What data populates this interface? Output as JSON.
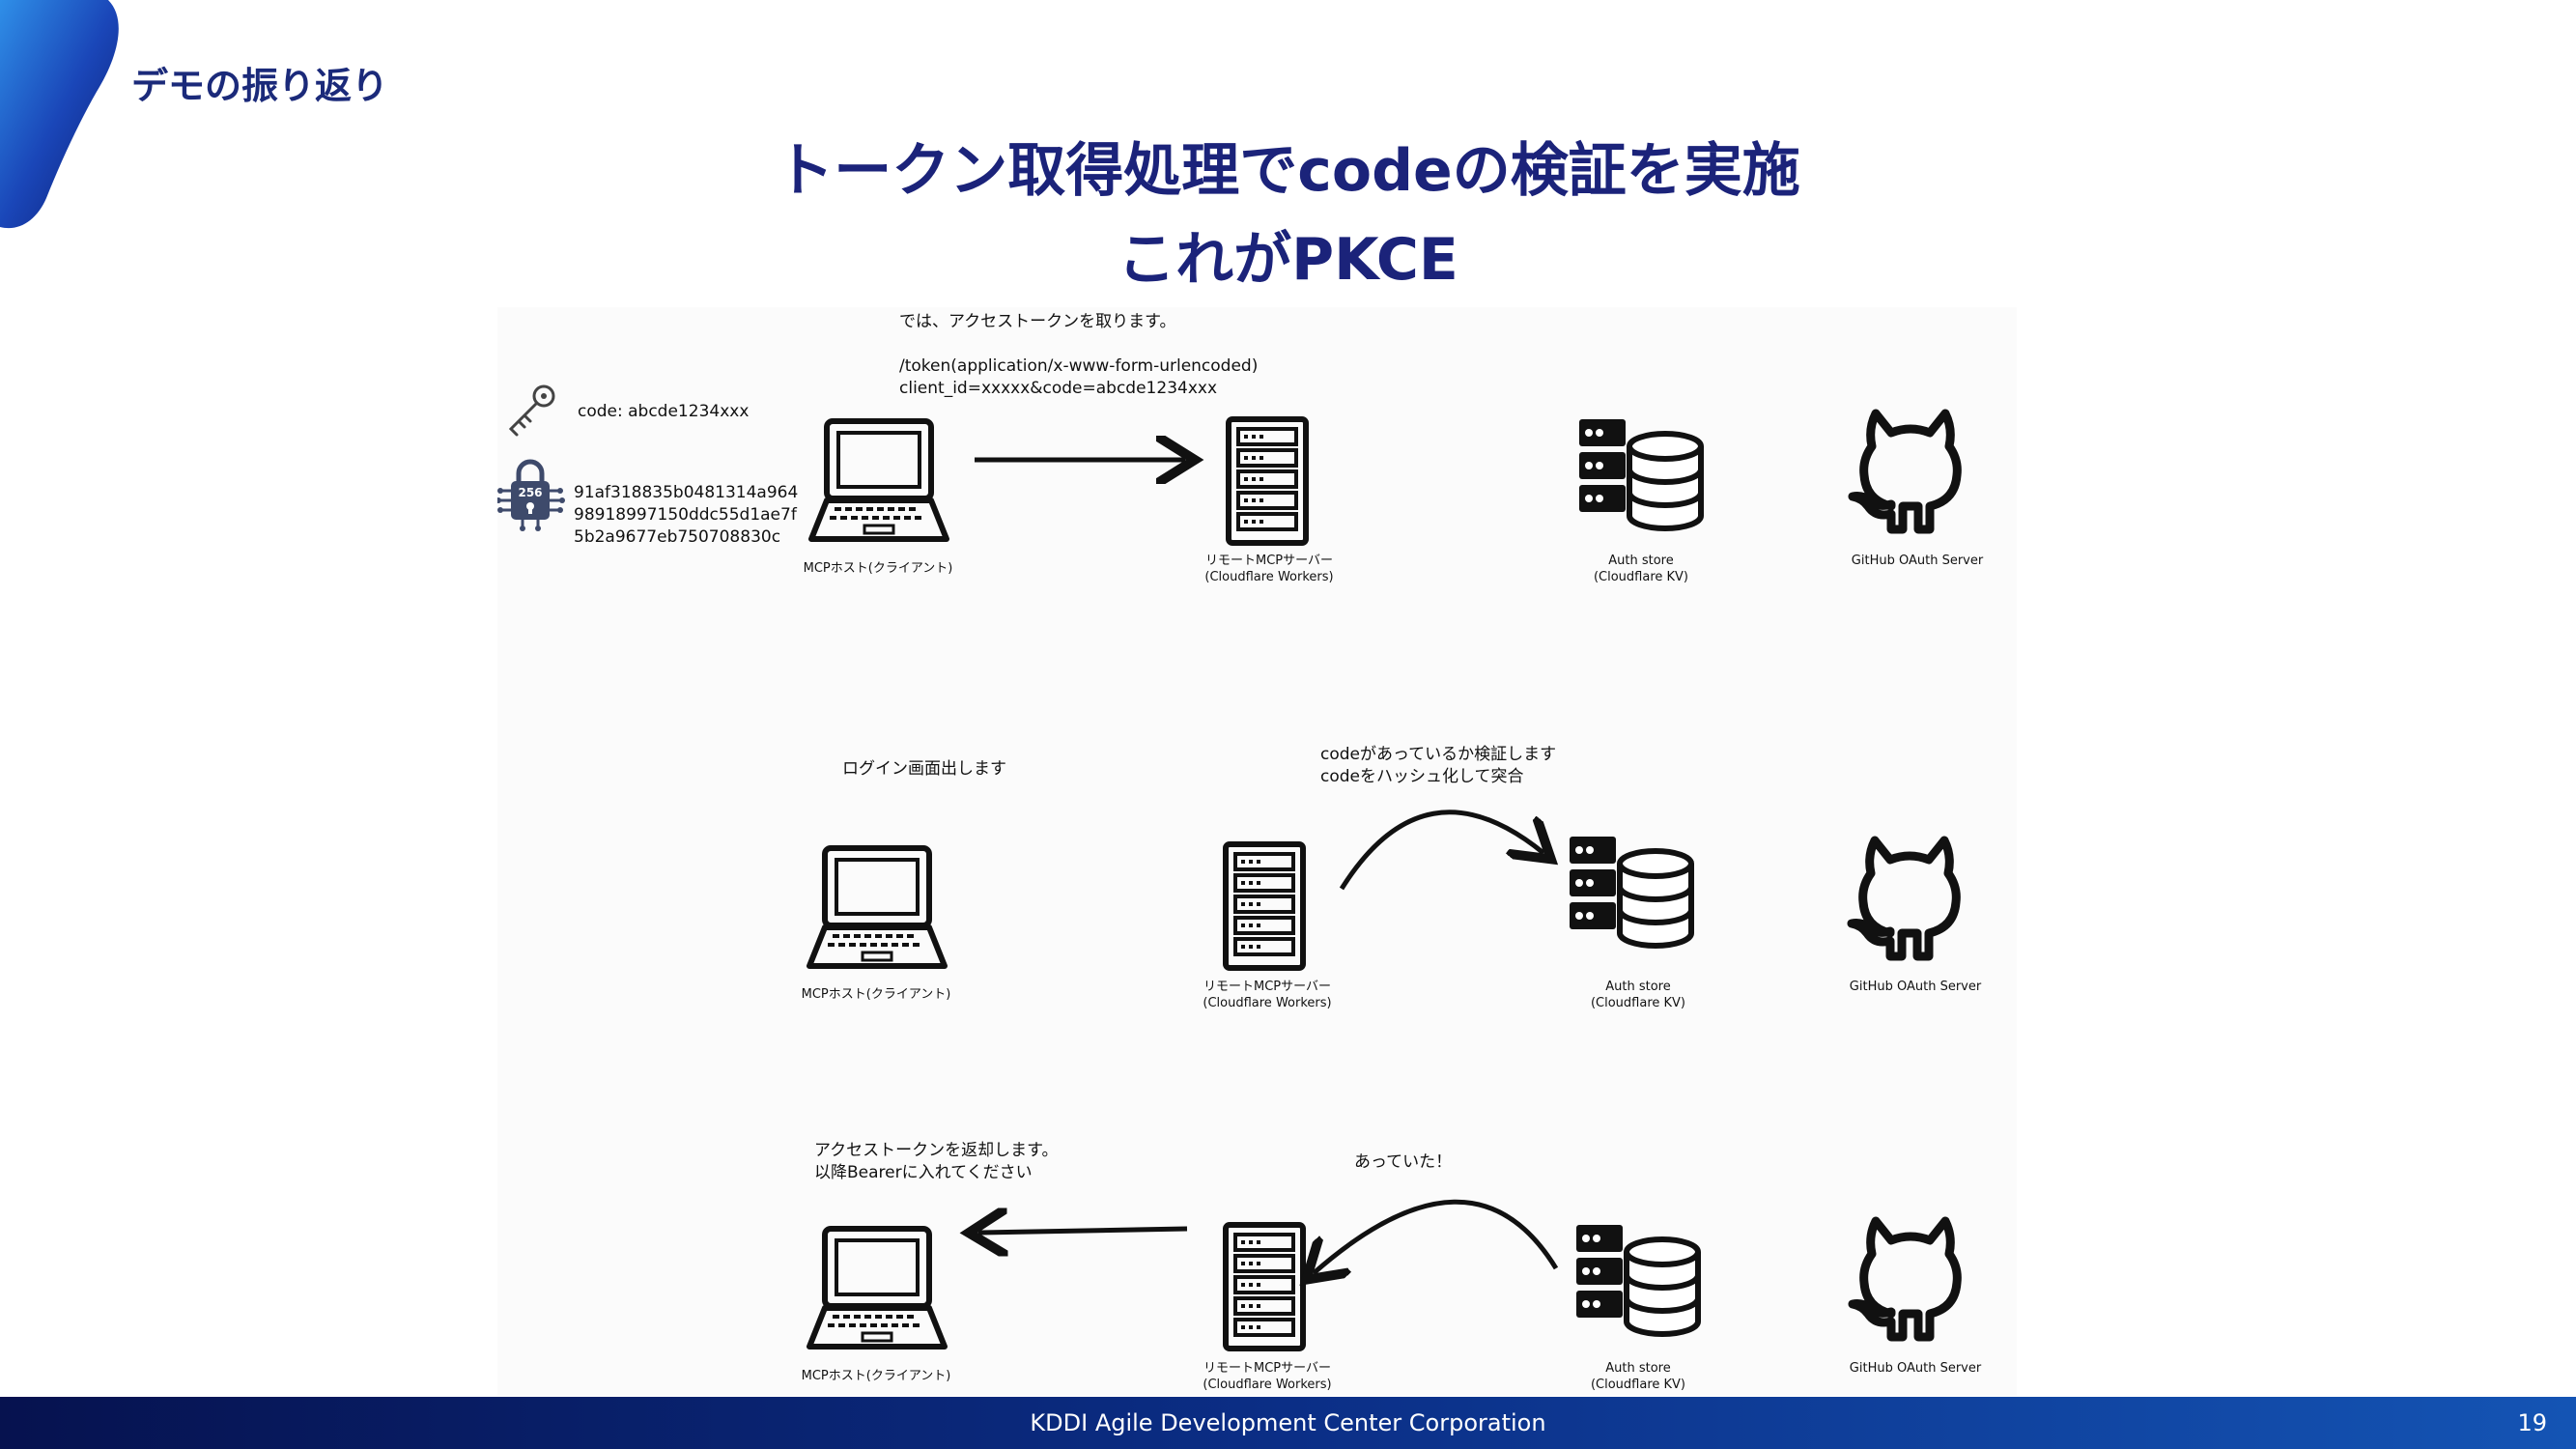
{
  "header": {
    "section_label": "デモの振り返り",
    "title_line1": "トークン取得処理でcodeの検証を実施",
    "title_line2": "これがPKCE"
  },
  "legend": {
    "code_label": "code: abcde1234xxx",
    "hash_line1": "91af318835b0481314a964",
    "hash_line2": "98918997150ddc55d1ae7f",
    "hash_line3": "5b2a9677eb750708830c",
    "lock_badge": "256"
  },
  "labels": {
    "client": "MCPホスト(クライアント)",
    "server_line1": "リモートMCPサーバー",
    "server_line2": "(Cloudflare Workers)",
    "store_line1": "Auth store",
    "store_line2": "(Cloudflare KV)",
    "github": "GitHub OAuth Server"
  },
  "rows": [
    {
      "notes": [
        "では、アクセストークンを取ります。",
        "/token(application/x-www-form-urlencoded)",
        "client_id=xxxxx&code=abcde1234xxx"
      ]
    },
    {
      "note_client": "ログイン画面出します",
      "notes": [
        "codeがあっているか検証します",
        "codeをハッシュ化して突合"
      ]
    },
    {
      "notes_client": [
        "アクセストークンを返却します。",
        "以降Bearerに入れてください"
      ],
      "note_arc": "あっていた！"
    }
  ],
  "footer": {
    "company": "KDDI Agile Development Center Corporation",
    "page": "19"
  },
  "colors": {
    "title": "#1b237a",
    "footer_start": "#06124f",
    "footer_end": "#1454b4"
  }
}
